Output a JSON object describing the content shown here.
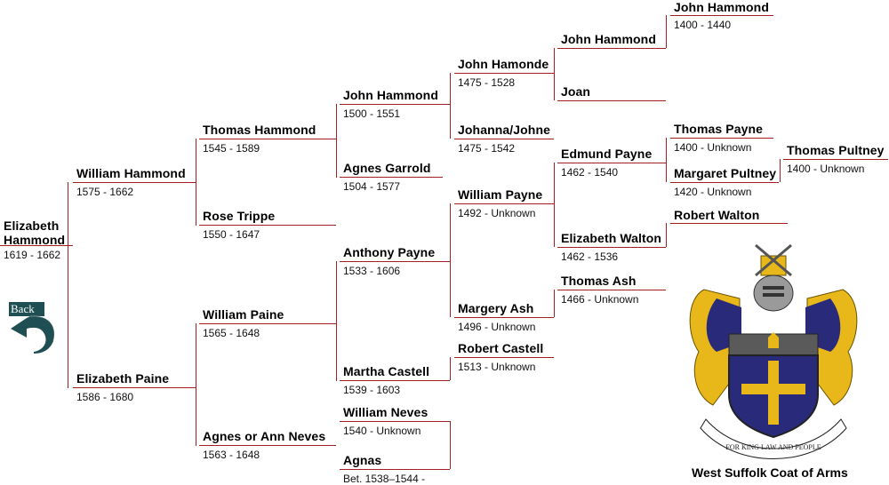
{
  "people": [
    {
      "id": "p1",
      "name": "Elizabeth Hammond",
      "dates": "1619 - 1662"
    },
    {
      "id": "p2",
      "name": "William Hammond",
      "dates": "1575 - 1662"
    },
    {
      "id": "p3",
      "name": "Elizabeth Paine",
      "dates": "1586 - 1680"
    },
    {
      "id": "p4",
      "name": "Thomas Hammond",
      "dates": "1545 - 1589"
    },
    {
      "id": "p5",
      "name": "Rose Trippe",
      "dates": "1550 - 1647"
    },
    {
      "id": "p6",
      "name": "William Paine",
      "dates": "1565 - 1648"
    },
    {
      "id": "p7",
      "name": "Agnes or Ann Neves",
      "dates": "1563 - 1648"
    },
    {
      "id": "p8",
      "name": "John Hammond",
      "dates": "1500 - 1551"
    },
    {
      "id": "p9",
      "name": "Agnes Garrold",
      "dates": "1504 - 1577"
    },
    {
      "id": "p10",
      "name": "Anthony Payne",
      "dates": "1533 - 1606"
    },
    {
      "id": "p11",
      "name": "Martha Castell",
      "dates": "1539 - 1603"
    },
    {
      "id": "p12",
      "name": "William Neves",
      "dates": "1540 - Unknown"
    },
    {
      "id": "p13",
      "name": "Agnas",
      "dates": "Bet. 1538–1544 -"
    },
    {
      "id": "p14",
      "name": "John Hamonde",
      "dates": "1475 - 1528"
    },
    {
      "id": "p15",
      "name": "Johanna/Johne",
      "dates": "1475 - 1542"
    },
    {
      "id": "p16",
      "name": "William Payne",
      "dates": "1492 - Unknown"
    },
    {
      "id": "p17",
      "name": "Margery Ash",
      "dates": "1496 - Unknown"
    },
    {
      "id": "p18",
      "name": "Robert Castell",
      "dates": "1513 - Unknown"
    },
    {
      "id": "p19",
      "name": "John Hammond",
      "dates": ""
    },
    {
      "id": "p20",
      "name": "Joan",
      "dates": ""
    },
    {
      "id": "p21",
      "name": "Edmund Payne",
      "dates": "1462 - 1540"
    },
    {
      "id": "p22",
      "name": "Elizabeth Walton",
      "dates": "1462 - 1536"
    },
    {
      "id": "p23",
      "name": "Thomas Ash",
      "dates": "1466 - Unknown"
    },
    {
      "id": "p24",
      "name": "John Hammond",
      "dates": "1400 - 1440"
    },
    {
      "id": "p25",
      "name": "Thomas Payne",
      "dates": "1400 - Unknown"
    },
    {
      "id": "p26",
      "name": "Margaret Pultney",
      "dates": "1420 - Unknown"
    },
    {
      "id": "p27",
      "name": "Robert Walton",
      "dates": ""
    },
    {
      "id": "p28",
      "name": "Thomas Pultney",
      "dates": "1400 - Unknown"
    }
  ],
  "back_button": {
    "label": "Back"
  },
  "coat_of_arms": {
    "caption": "West Suffolk Coat of Arms",
    "motto": "FOR KING LAW AND PEOPLE"
  },
  "colors": {
    "line": "#a31f24",
    "arrow": "#1f4f52",
    "shield_blue": "#2a2a7a",
    "gold": "#e8b81a"
  }
}
